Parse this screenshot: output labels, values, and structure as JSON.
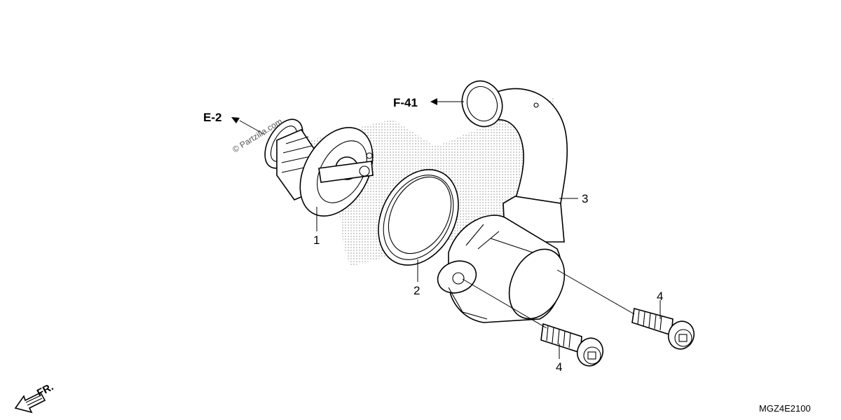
{
  "diagram": {
    "callouts": [
      {
        "id": "1",
        "label": "1"
      },
      {
        "id": "2",
        "label": "2"
      },
      {
        "id": "3",
        "label": "3"
      },
      {
        "id": "4a",
        "label": "4"
      },
      {
        "id": "4b",
        "label": "4"
      }
    ],
    "references": {
      "e2": "E-2",
      "f41": "F-41"
    },
    "watermark": "© Partzilla.com",
    "direction_label": "FR.",
    "figure_code": "MGZ4E2100"
  }
}
